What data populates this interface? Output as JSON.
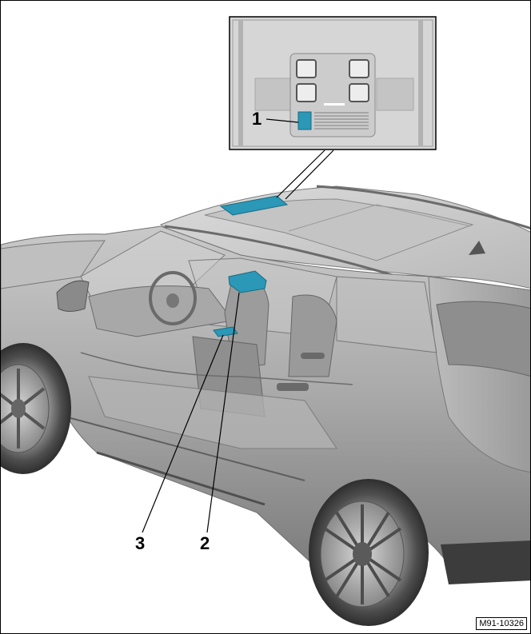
{
  "callouts": {
    "item1": "1",
    "item2": "2",
    "item3": "3"
  },
  "reference_code": "M91-10326",
  "colors": {
    "highlight": "#2a98b6",
    "body_gray": "#9a9a9a",
    "dark_gray": "#555555",
    "inset_bg": "#d6d6d6"
  }
}
